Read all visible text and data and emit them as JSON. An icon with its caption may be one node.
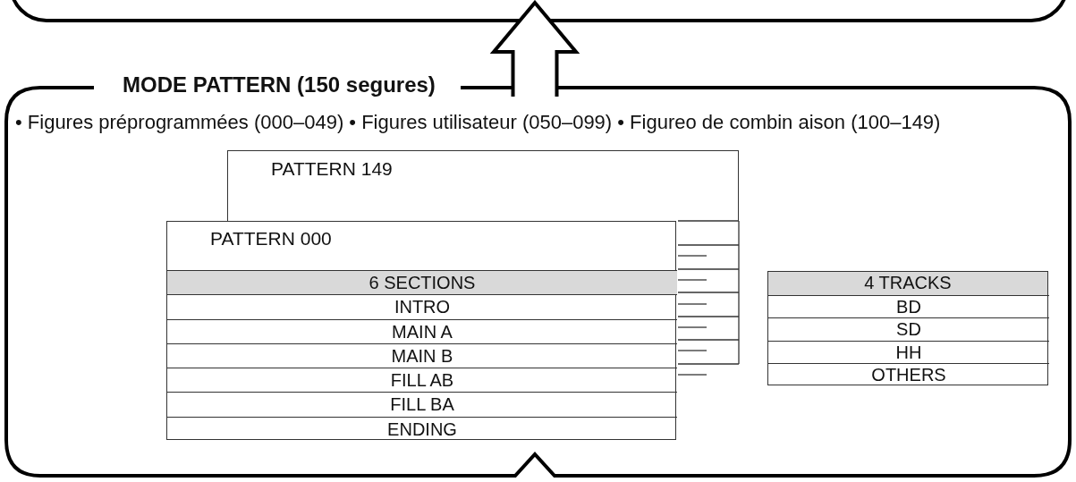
{
  "diagram": {
    "nodes": [
      {
        "text": [],
        "shape": "box"
      },
      {
        "text": [
          "MODE PATTERN (150 segures)",
          "• Figures préprogrammées (000–049) • Figures utilisateur (050–099) • Figureo de combin aison (100–149)"
        ]
      },
      {
        "text": [
          "PATTERN 149"
        ],
        "in": 1
      },
      {
        "text": [
          "PATTERN  000"
        ],
        "in": 1
      },
      {
        "text": [
          "6 SECTIONS"
        ],
        "in": 3
      },
      {
        "text": [
          "INTRO"
        ],
        "in": 3
      },
      {
        "text": [
          "MAIN A"
        ],
        "in": 3
      },
      {
        "text": [
          "MAIN B"
        ],
        "in": 3
      },
      {
        "text": [
          "FILL AB"
        ],
        "in": 3
      },
      {
        "text": [
          "FILL BA"
        ],
        "in": 3
      },
      {
        "text": [
          "ENDING"
        ],
        "in": 3
      },
      {
        "text": [
          "4 TRACKS"
        ],
        "in": 1
      },
      {
        "text": [
          "BD"
        ],
        "in": 11
      },
      {
        "text": [
          "SD"
        ],
        "in": 11
      },
      {
        "text": [
          "HH"
        ],
        "in": 11
      },
      {
        "text": [
          "OTHERS"
        ],
        "in": 11
      }
    ],
    "edges": [
      {
        "from": 1,
        "to": 0,
        "arrow": "to",
        "style": "thick"
      }
    ]
  }
}
